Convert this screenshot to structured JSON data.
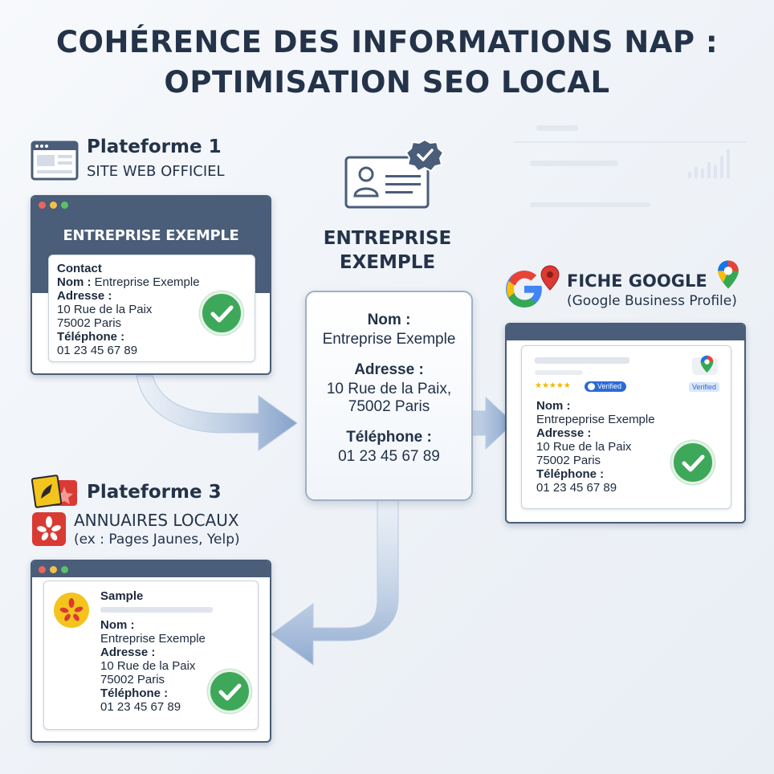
{
  "title": {
    "line1": "COHÉRENCE DES INFORMATIONS NAP :",
    "line2": "OPTIMISATION SEO LOCAL"
  },
  "center": {
    "heading_line1": "ENTREPRISE",
    "heading_line2": "EXEMPLE",
    "name_label": "Nom :",
    "name_value": "Entreprise Exemple",
    "address_label": "Adresse :",
    "address_line1": "10 Rue de la Paix,",
    "address_line2": "75002 Paris",
    "phone_label": "Téléphone :",
    "phone_value": "01 23 45 67 89"
  },
  "platform1": {
    "title": "Plateforme 1",
    "subtitle": "SITE WEB OFFICIEL",
    "banner": "ENTREPRISE EXEMPLE",
    "contact_label": "Contact",
    "name_label": "Nom :",
    "name_value": "Entreprise Exemple",
    "address_label": "Adresse :",
    "address_line1": "10 Rue de la Paix",
    "address_line2": "75002 Paris",
    "phone_label": "Téléphone :",
    "phone_value": "01 23 45 67 89"
  },
  "google": {
    "title": "FICHE GOOGLE",
    "subtitle": "(Google Business Profile)",
    "rating": "★★★★★",
    "verified_badge": "Verified",
    "verified_label": "Verified",
    "name_label": "Nom :",
    "name_value": "Entrepeprise Exemple",
    "address_label": "Adresse :",
    "address_line1": "10 Rue de la Paix",
    "address_line2": "75002 Paris",
    "phone_label": "Téléphone :",
    "phone_value": "01 23 45 67 89"
  },
  "platform3": {
    "title": "Plateforme 3",
    "subtitle": "ANNUAIRES LOCAUX",
    "subtitle2": "(ex : Pages Jaunes, Yelp)",
    "sample_label": "Sample",
    "name_label": "Nom :",
    "name_value": "Entreprise Exemple",
    "address_label": "Adresse :",
    "address_line1": "10 Rue de la Paix",
    "address_line2": "75002 Paris",
    "phone_label": "Téléphone :",
    "phone_value": "01 23 45 67 89"
  },
  "icons": {
    "website": "browser-window-icon",
    "center": "id-card-verified-icon",
    "google": "google-g-logo-icon",
    "maps": "map-pin-icon",
    "pagesjaunes": "pages-jaunes-logo-icon",
    "yelp": "yelp-logo-icon",
    "check": "green-check-icon"
  },
  "colors": {
    "navy": "#4a5d79",
    "green_check": "#3ea85a",
    "arrow": "#7f9dc7",
    "text": "#243349"
  }
}
